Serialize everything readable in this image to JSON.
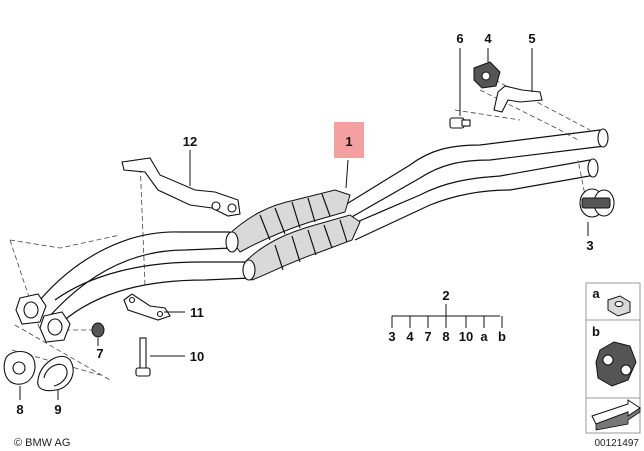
{
  "callouts": {
    "c1": "1",
    "c2": "2",
    "c3": "3",
    "c4": "4",
    "c5": "5",
    "c6": "6",
    "c7": "7",
    "c8": "8",
    "c9": "9",
    "c10": "10",
    "c11": "11",
    "c12": "12"
  },
  "kit_group": {
    "items": [
      "3",
      "4",
      "7",
      "8",
      "10",
      "a",
      "b"
    ]
  },
  "legend": {
    "a": "a",
    "b": "b"
  },
  "highlight_color": "#f4a0a0",
  "footer": {
    "brand": "© BMW AG",
    "diagram_number": "00121497"
  }
}
